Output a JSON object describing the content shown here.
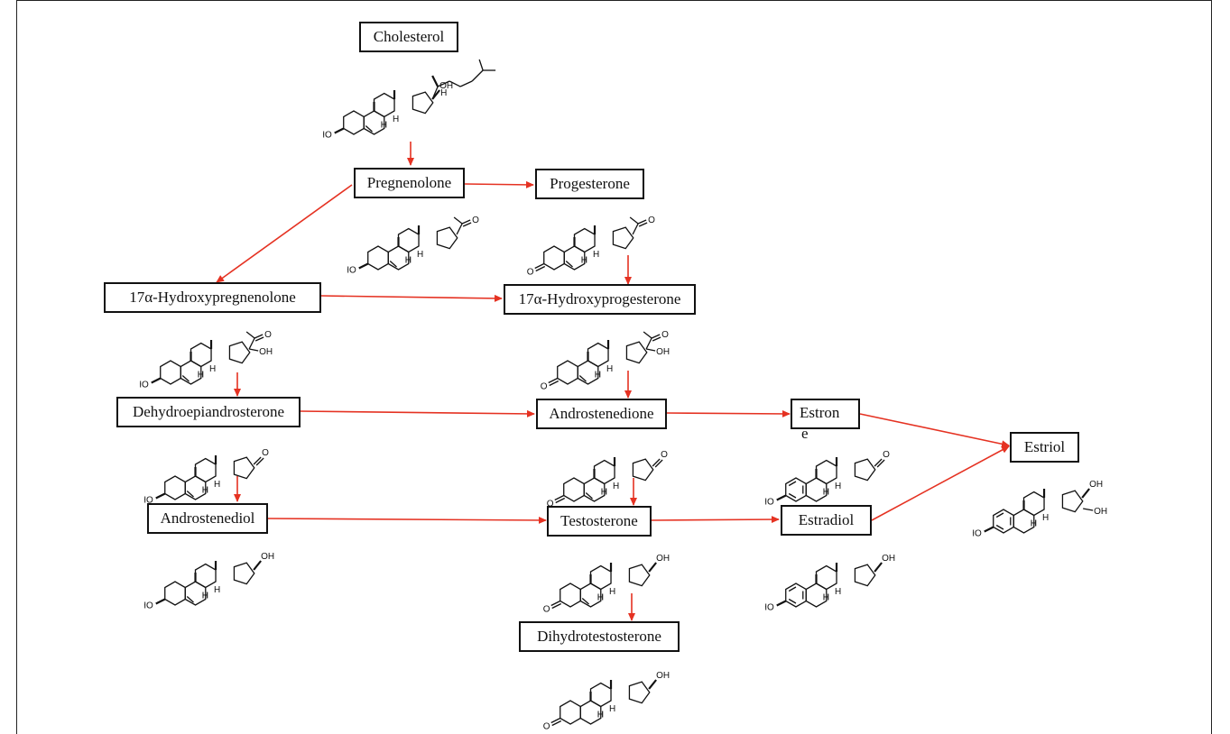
{
  "colors": {
    "arrow": "#e53222",
    "box_border": "#111111",
    "bond": "#111111"
  },
  "atoms": {
    "ho": "HO",
    "o": "O",
    "oh": "OH",
    "h": "H"
  },
  "compounds": {
    "cholesterol": "Cholesterol",
    "pregnenolone": "Pregnenolone",
    "progesterone": "Progesterone",
    "hydroxypregnenolone": "17α-Hydroxypregnenolone",
    "hydroxyprogesterone": "17α-Hydroxyprogesterone",
    "dhea": "Dehydroepiandrosterone",
    "androstenedione": "Androstenedione",
    "estrone_a": "Estron",
    "estrone_b": "e",
    "estriol": "Estriol",
    "androstenediol": "Androstenediol",
    "testosterone": "Testosterone",
    "estradiol": "Estradiol",
    "dht": "Dihydrotestosterone"
  }
}
